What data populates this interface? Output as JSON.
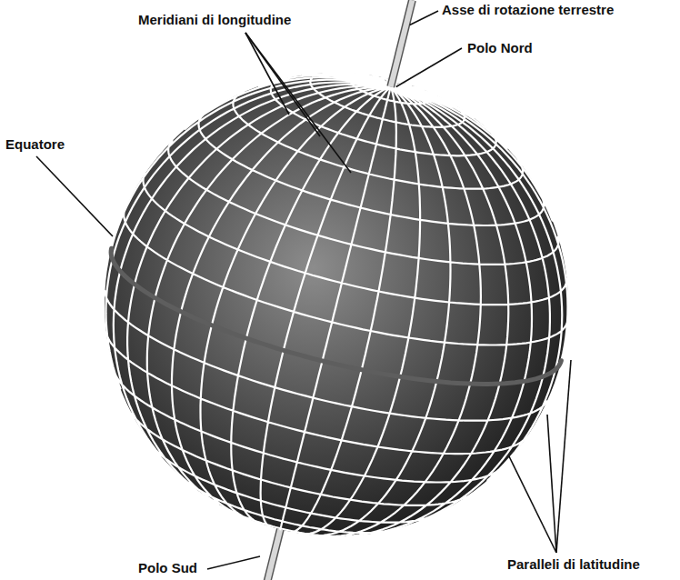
{
  "diagram": {
    "labels": [
      "Meridiani di longitudine",
      "Asse di rotazione terrestre",
      "Polo Nord",
      "Equatore",
      "Paralleli di latitudine",
      "Polo Sud"
    ]
  }
}
